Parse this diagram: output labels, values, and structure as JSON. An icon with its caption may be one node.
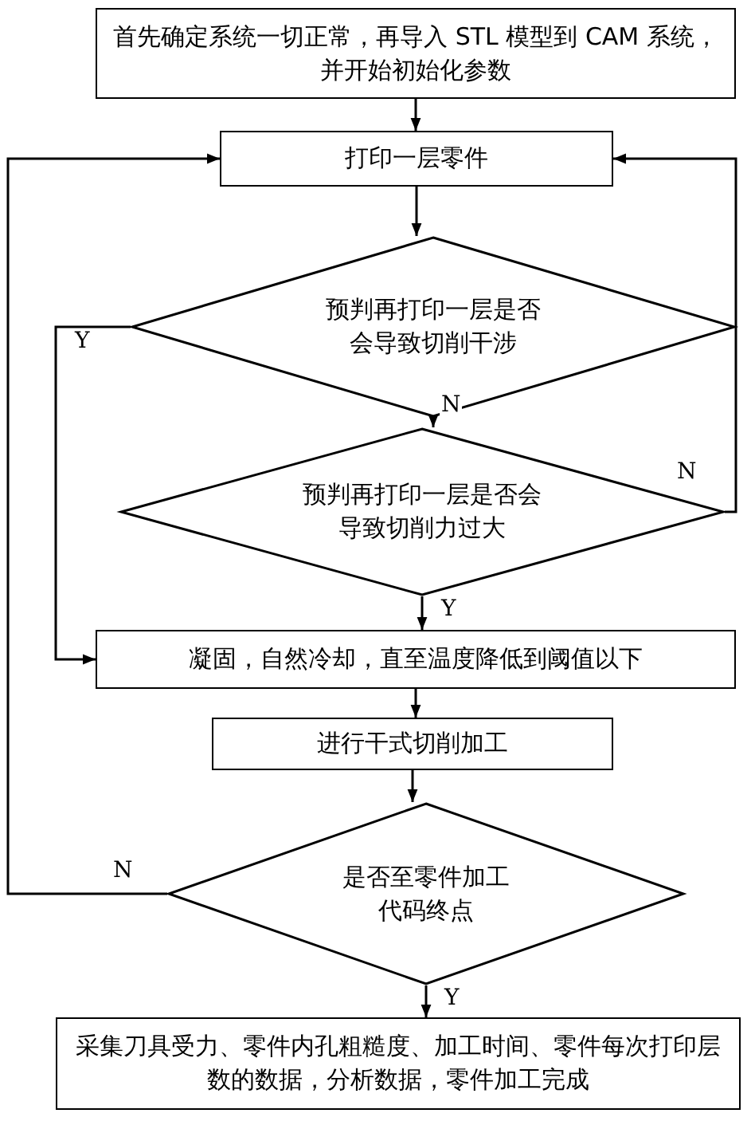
{
  "diagram": {
    "nodes": [
      {
        "text": [
          "首先确定系统一切正常，再导入 STL 模型到 CAM 系统，并开始初始化参数"
        ]
      },
      {
        "text": [
          "打印一层零件"
        ]
      },
      {
        "text": [
          "预判再打印一层是否会导致切削干涉"
        ]
      },
      {
        "text": [
          "预判再打印一层是否会导致切削力过大"
        ]
      },
      {
        "text": [
          "凝固，自然冷却，直至温度降低到阈值以下"
        ]
      },
      {
        "text": [
          "进行干式切削加工"
        ]
      },
      {
        "text": [
          "是否至零件加工代码终点"
        ]
      },
      {
        "text": [
          "采集刀具受力、零件内孔粗糙度、加工时间、零件每次打印层数的数据，分析数据，零件加工完成"
        ]
      }
    ],
    "edges": [
      {
        "from": 0,
        "to": 1,
        "arrow": "to"
      },
      {
        "from": 1,
        "to": 2,
        "arrow": "to"
      },
      {
        "from": 2,
        "to": 3,
        "arrow": "to",
        "label": "N"
      },
      {
        "from": 2,
        "to": 4,
        "arrow": "to",
        "label": "Y"
      },
      {
        "from": 3,
        "to": 1,
        "arrow": "to",
        "label": "N"
      },
      {
        "from": 3,
        "to": 4,
        "arrow": "to",
        "label": "Y"
      },
      {
        "from": 4,
        "to": 5,
        "arrow": "to"
      },
      {
        "from": 5,
        "to": 6,
        "arrow": "to"
      },
      {
        "from": 6,
        "to": 1,
        "arrow": "to",
        "label": "N"
      },
      {
        "from": 6,
        "to": 7,
        "arrow": "to",
        "label": "Y"
      }
    ]
  }
}
